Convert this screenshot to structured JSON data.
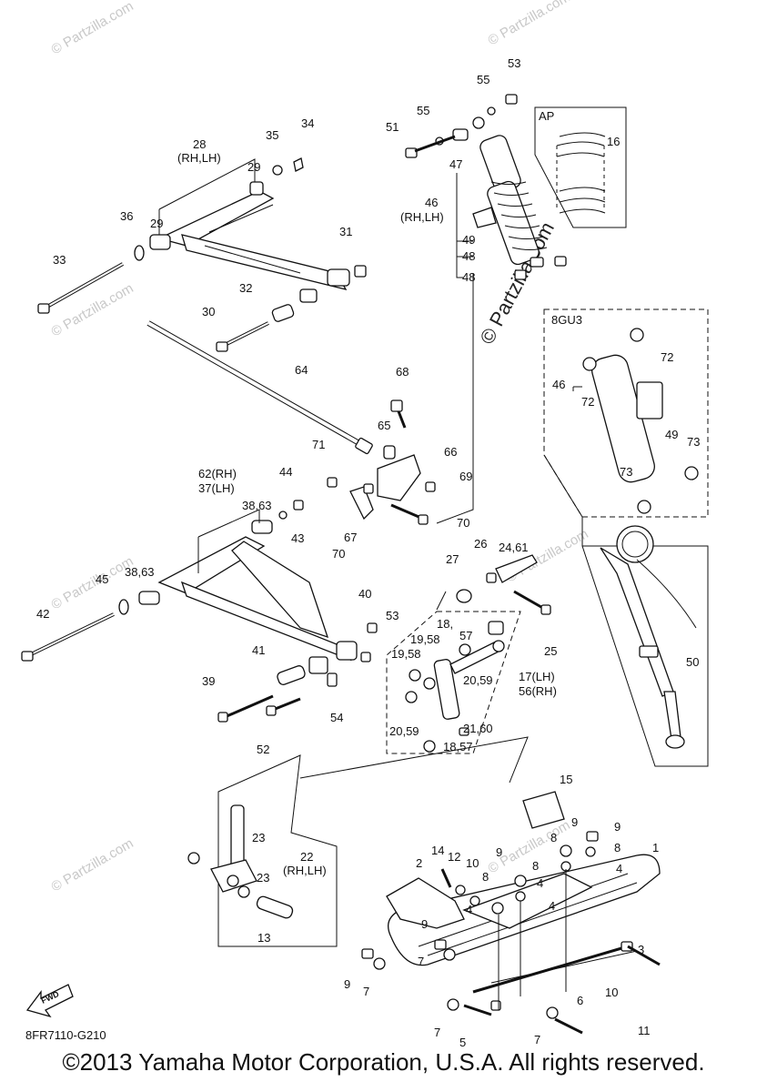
{
  "watermark": "© Partzilla.com",
  "watermark_vertical": "© Partzilla.com",
  "boxes": {
    "ap": "AP",
    "gu3": "8GU3"
  },
  "fwd": "FWD",
  "diagram_code": "8FR7110-G210",
  "copyright": "©2013 Yamaha Motor Corporation, U.S.A. All rights reserved.",
  "labels": {
    "l53a": "53",
    "l55a": "55",
    "l55b": "55",
    "l51": "51",
    "l16": "16",
    "l47": "47",
    "l46a": "46",
    "l46a_sub": "(RH,LH)",
    "l49a": "49",
    "l48a": "48",
    "l48b": "48",
    "l28": "28",
    "l28_sub": "(RH,LH)",
    "l35": "35",
    "l34": "34",
    "l29a": "29",
    "l29b": "29",
    "l36": "36",
    "l31": "31",
    "l33": "33",
    "l32": "32",
    "l30": "30",
    "l64": "64",
    "l68": "68",
    "l65": "65",
    "l66": "66",
    "l71": "71",
    "l69": "69",
    "l67": "67",
    "l70a": "70",
    "l62": "62(RH)",
    "l37": "37(LH)",
    "l44": "44",
    "l3863a": "38,63",
    "l43": "43",
    "l3863b": "38,63",
    "l45": "45",
    "l70b": "70",
    "l42": "42",
    "l40": "40",
    "l53b": "53",
    "l41": "41",
    "l39": "39",
    "l54": "54",
    "l52": "52",
    "l26": "26",
    "l2461": "24,61",
    "l27": "27",
    "l1857a": "18,",
    "l1857a2": "57",
    "l1958a": "19,58",
    "l1958b": "19,58",
    "l25": "25",
    "l2059a": "20,59",
    "l17": "17(LH)",
    "l56": "56(RH)",
    "l2160": "21,60",
    "l2059b": "20,59",
    "l1857b": "18,57",
    "l46b": "46",
    "l72a": "72",
    "l72b": "72",
    "l49b": "49",
    "l73a": "73",
    "l73b": "73",
    "l50": "50",
    "l15": "15",
    "l23a": "23",
    "l22": "22",
    "l22_sub": "(RH,LH)",
    "l23b": "23",
    "l13": "13",
    "l8a": "8",
    "l9a": "9",
    "l9b": "9",
    "l8b": "8",
    "l4a": "4",
    "l1": "1",
    "l14": "14",
    "l12": "12",
    "l2": "2",
    "l10a": "10",
    "l8c": "8",
    "l9c": "9",
    "l8d": "8",
    "l4b": "4",
    "l4c": "4",
    "l4d": "4",
    "l9d": "9",
    "l7a": "7",
    "l3": "3",
    "l9e": "9",
    "l7b": "7",
    "l10b": "10",
    "l11": "11",
    "l6": "6",
    "l7c": "7",
    "l5": "5",
    "l7d": "7"
  }
}
